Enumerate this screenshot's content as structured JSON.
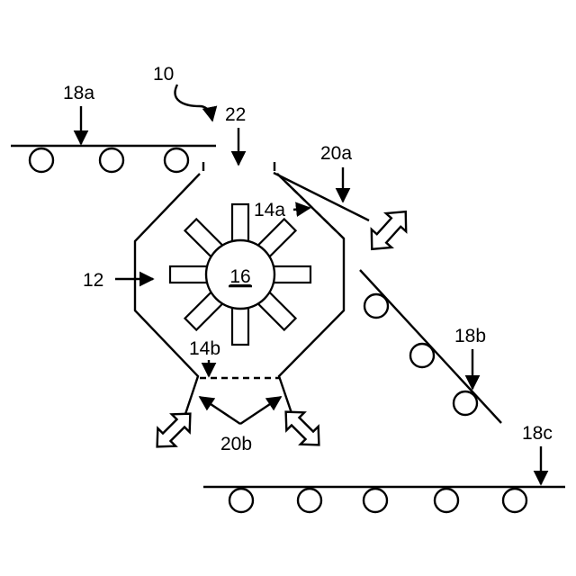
{
  "labels": {
    "system": "10",
    "housing": "12",
    "upper_opening": "14a",
    "lower_opening": "14b",
    "rotor": "16",
    "conveyor_top": "18a",
    "conveyor_incline": "18b",
    "conveyor_bottom": "18c",
    "airflow_upper": "20a",
    "airflow_lower": "20b",
    "inlet": "22"
  }
}
